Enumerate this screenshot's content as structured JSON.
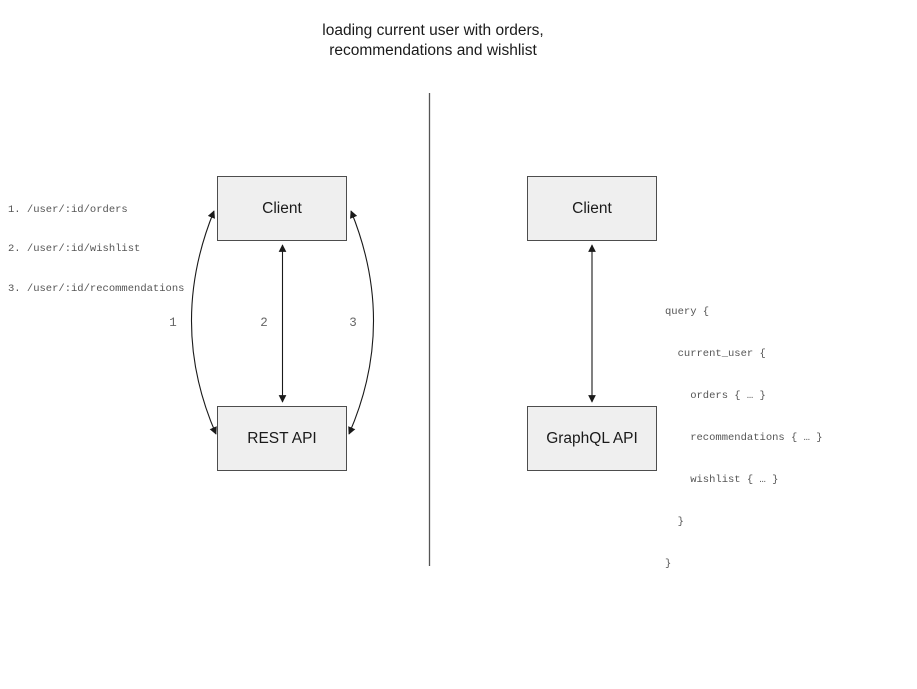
{
  "title": {
    "line1": "loading current user with orders,",
    "line2": "recommendations and wishlist"
  },
  "rest_panel": {
    "client_label": "Client",
    "api_label": "REST API",
    "endpoints": [
      "1. /user/:id/orders",
      "2. /user/:id/wishlist",
      "3. /user/:id/recommendations"
    ],
    "arrow_labels": [
      "1",
      "2",
      "3"
    ]
  },
  "graphql_panel": {
    "client_label": "Client",
    "api_label": "GraphQL API",
    "query_lines": [
      "query {",
      "  current_user {",
      "    orders { … }",
      "    recommendations { … }",
      "    wishlist { … }",
      "  }",
      "}"
    ]
  },
  "colors": {
    "background": "#ffffff",
    "box_fill": "#efefef",
    "box_border": "#4d4d4d",
    "arrow": "#1a1a1a",
    "divider": "#555555",
    "code_text": "#555555",
    "arrow_label_text": "#666666",
    "title_text": "#1a1a1a"
  }
}
